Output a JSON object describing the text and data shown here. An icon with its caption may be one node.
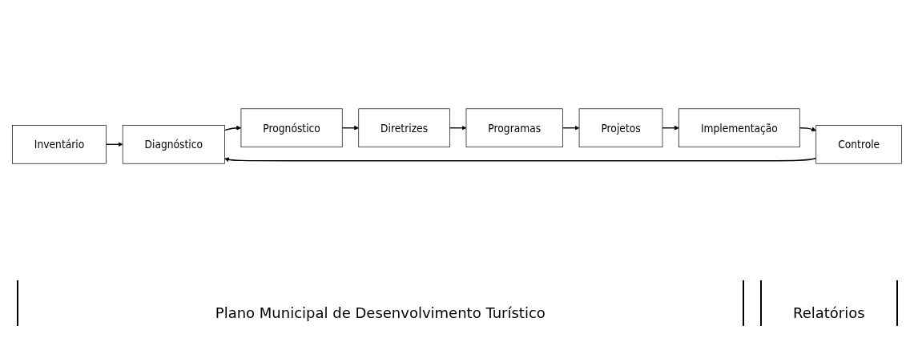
{
  "diagram": {
    "nodes": [
      {
        "text": [
          "Inventário"
        ]
      },
      {
        "text": [
          "Diagnóstico"
        ]
      },
      {
        "text": [
          "Prognóstico"
        ]
      },
      {
        "text": [
          "Diretrizes"
        ]
      },
      {
        "text": [
          "Programas"
        ]
      },
      {
        "text": [
          "Projetos"
        ]
      },
      {
        "text": [
          "Implementação"
        ]
      },
      {
        "text": [
          "Controle"
        ]
      }
    ],
    "edges": [
      {
        "from": 0,
        "to": 1,
        "arrow": "to"
      },
      {
        "from": 1,
        "to": 2,
        "arrow": "to"
      },
      {
        "from": 2,
        "to": 3,
        "arrow": "to"
      },
      {
        "from": 3,
        "to": 4,
        "arrow": "to"
      },
      {
        "from": 4,
        "to": 5,
        "arrow": "to"
      },
      {
        "from": 5,
        "to": 6,
        "arrow": "to"
      },
      {
        "from": 6,
        "to": 7,
        "arrow": "to"
      },
      {
        "from": 7,
        "to": 1,
        "arrow": "to"
      }
    ],
    "labels": [
      "Plano Municipal de Desenvolvimento Turístico",
      "Relatórios"
    ]
  }
}
